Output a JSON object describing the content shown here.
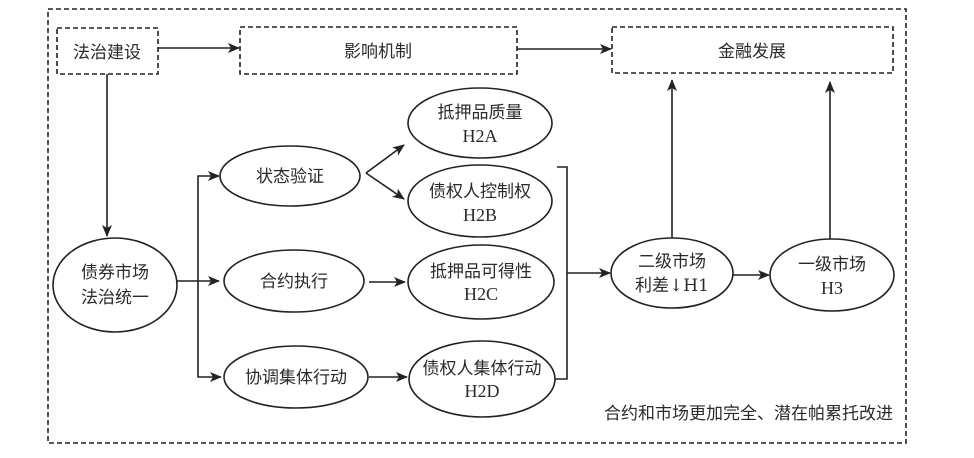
{
  "diagram": {
    "boxes": {
      "rule_of_law": "法治建设",
      "mechanism": "影响机制",
      "financial_dev": "金融发展"
    },
    "nodes": {
      "bond_unify": [
        "债券市场",
        "法治统一"
      ],
      "state_verify": "状态验证",
      "contract_enforce": "合约执行",
      "coord_action": "协调集体行动",
      "collateral_quality": [
        "抵押品质量",
        "H2A"
      ],
      "creditor_control": [
        "债权人控制权",
        "H2B"
      ],
      "collateral_avail": [
        "抵押品可得性",
        "H2C"
      ],
      "creditor_collective": [
        "债权人集体行动",
        "H2D"
      ],
      "secondary_market": [
        "二级市场",
        "利差↓H1"
      ],
      "primary_market": [
        "一级市场",
        "H3"
      ]
    },
    "footnote": "合约和市场更加完全、潜在帕累托改进",
    "colors": {
      "stroke": "#222222",
      "text": "#2a2a2a",
      "background": "#ffffff"
    }
  }
}
